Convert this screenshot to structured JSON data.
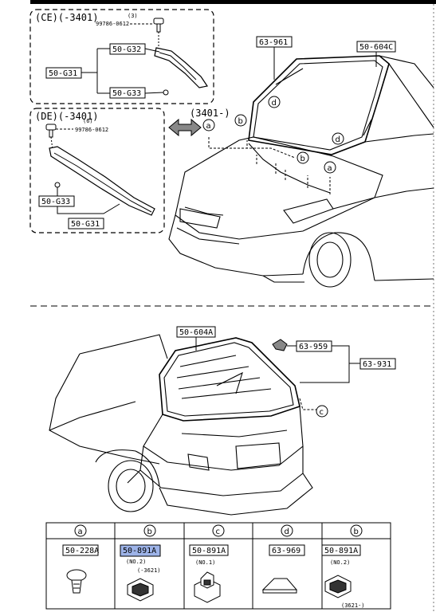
{
  "top_section": {
    "ce_box": {
      "title": "(CE)(-3401)",
      "bolt_qty": "(3)",
      "bolt_part": "99786-0612",
      "parts": {
        "g31": "50-G31",
        "g32": "50-G32",
        "g33": "50-G33"
      }
    },
    "de_box": {
      "title": "(DE)(-3401)",
      "bolt_qty": "(6)",
      "bolt_part": "99786-0612",
      "parts": {
        "g31": "50-G31",
        "g33": "50-G33"
      }
    },
    "arrow_label": "(3401-)",
    "windshield": {
      "seal": "63-961",
      "glass": "50-604C"
    },
    "markers": {
      "a": "a",
      "b": "b",
      "c": "c",
      "d": "d"
    }
  },
  "bottom_section": {
    "back_glass": "50-604A",
    "clip_part": "63-959",
    "group_part": "63-931"
  },
  "legend": {
    "columns": [
      {
        "marker": "a",
        "part": "50-228A",
        "note": "",
        "range": ""
      },
      {
        "marker": "b",
        "part": "50-891A",
        "note": "(NO.2)",
        "range": "(-3621)"
      },
      {
        "marker": "c",
        "part": "50-891A",
        "note": "(NO.1)",
        "range": ""
      },
      {
        "marker": "d",
        "part": "63-969",
        "note": "",
        "range": ""
      },
      {
        "marker": "b",
        "part": "50-891A",
        "note": "(NO.2)",
        "range": "(3621-)"
      }
    ]
  }
}
